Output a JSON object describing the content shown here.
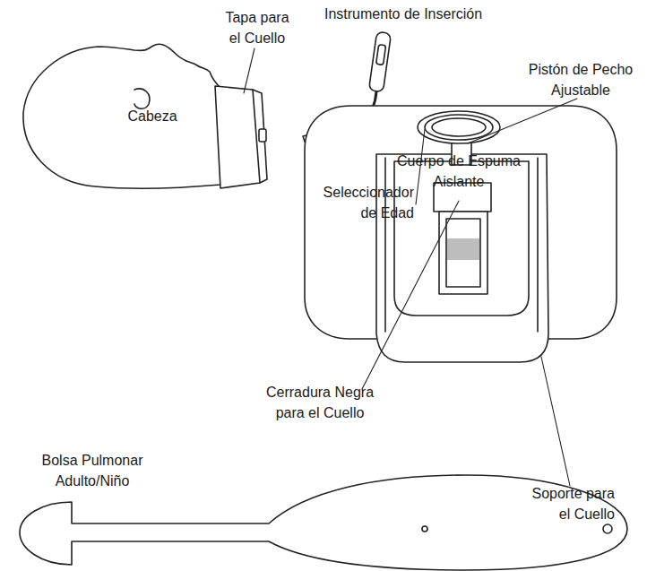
{
  "diagram": {
    "labels": [
      "Tapa para el Cuello",
      "Instrumento de Inserción",
      "Cabeza",
      "Pistón de Pecho Ajustable",
      "Cuerpo de Espuma Aislante",
      "Seleccionador de Edad",
      "Cerradura Negra para el Cuello",
      "Soporte para el Cuello",
      "Bolsa Pulmonar Adulto/Niño"
    ]
  }
}
